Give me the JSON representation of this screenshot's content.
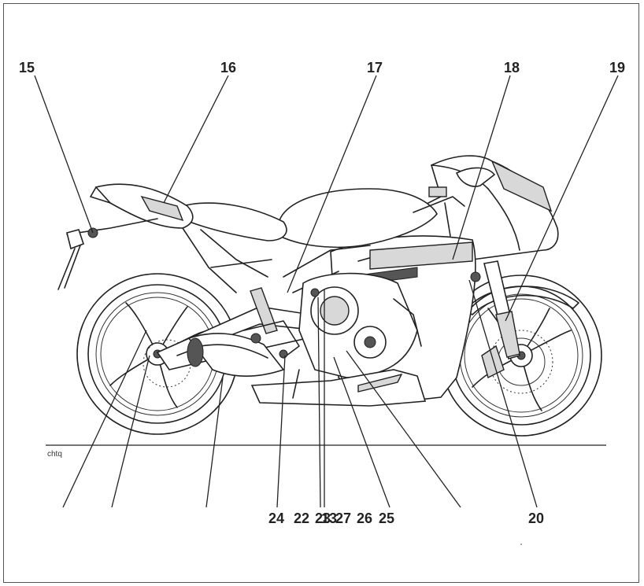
{
  "diagram": {
    "callouts_top": [
      "15",
      "16",
      "17",
      "18",
      "19"
    ],
    "callouts_bottom": [
      "24",
      "22",
      "23",
      "13",
      "27",
      "26",
      "25",
      "20"
    ],
    "image_code": "chtq"
  }
}
